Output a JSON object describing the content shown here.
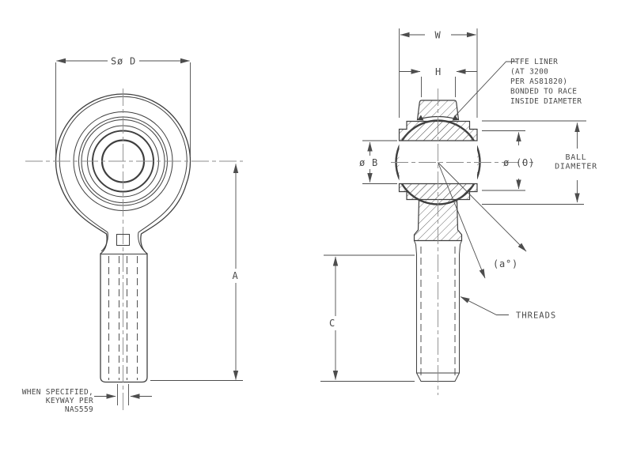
{
  "drawing": {
    "type": "engineering-drawing",
    "subject": "rod end bearing, two views (front view and section view)",
    "colors": {
      "background": "#ffffff",
      "object_line": "#3f3f3f",
      "dimension_line": "#4d4d4d",
      "centerline": "#8c8c8c",
      "text": "#4a4a4a"
    },
    "front_view": {
      "dim_sphere_dia": "Sø D",
      "dim_overall_length": "A",
      "keyway_note_line1": "WHEN SPECIFIED,",
      "keyway_note_line2": "KEYWAY PER",
      "keyway_note_line3": "NAS559"
    },
    "section_view": {
      "dim_race_width": "W",
      "dim_head_width": "H",
      "dim_bore": "ø B",
      "dim_race_od": "ø (O)",
      "ball_dia_line1": "BALL",
      "ball_dia_line2": "DIAMETER",
      "dim_misalignment_angle": "(a°)",
      "dim_thread_length": "C",
      "threads_label": "THREADS",
      "ptfe_note_line1": "PTFE LINER",
      "ptfe_note_line2": "(AT 3200",
      "ptfe_note_line3": "PER AS81820)",
      "ptfe_note_line4": "BONDED TO RACE",
      "ptfe_note_line5": "INSIDE DIAMETER"
    }
  }
}
